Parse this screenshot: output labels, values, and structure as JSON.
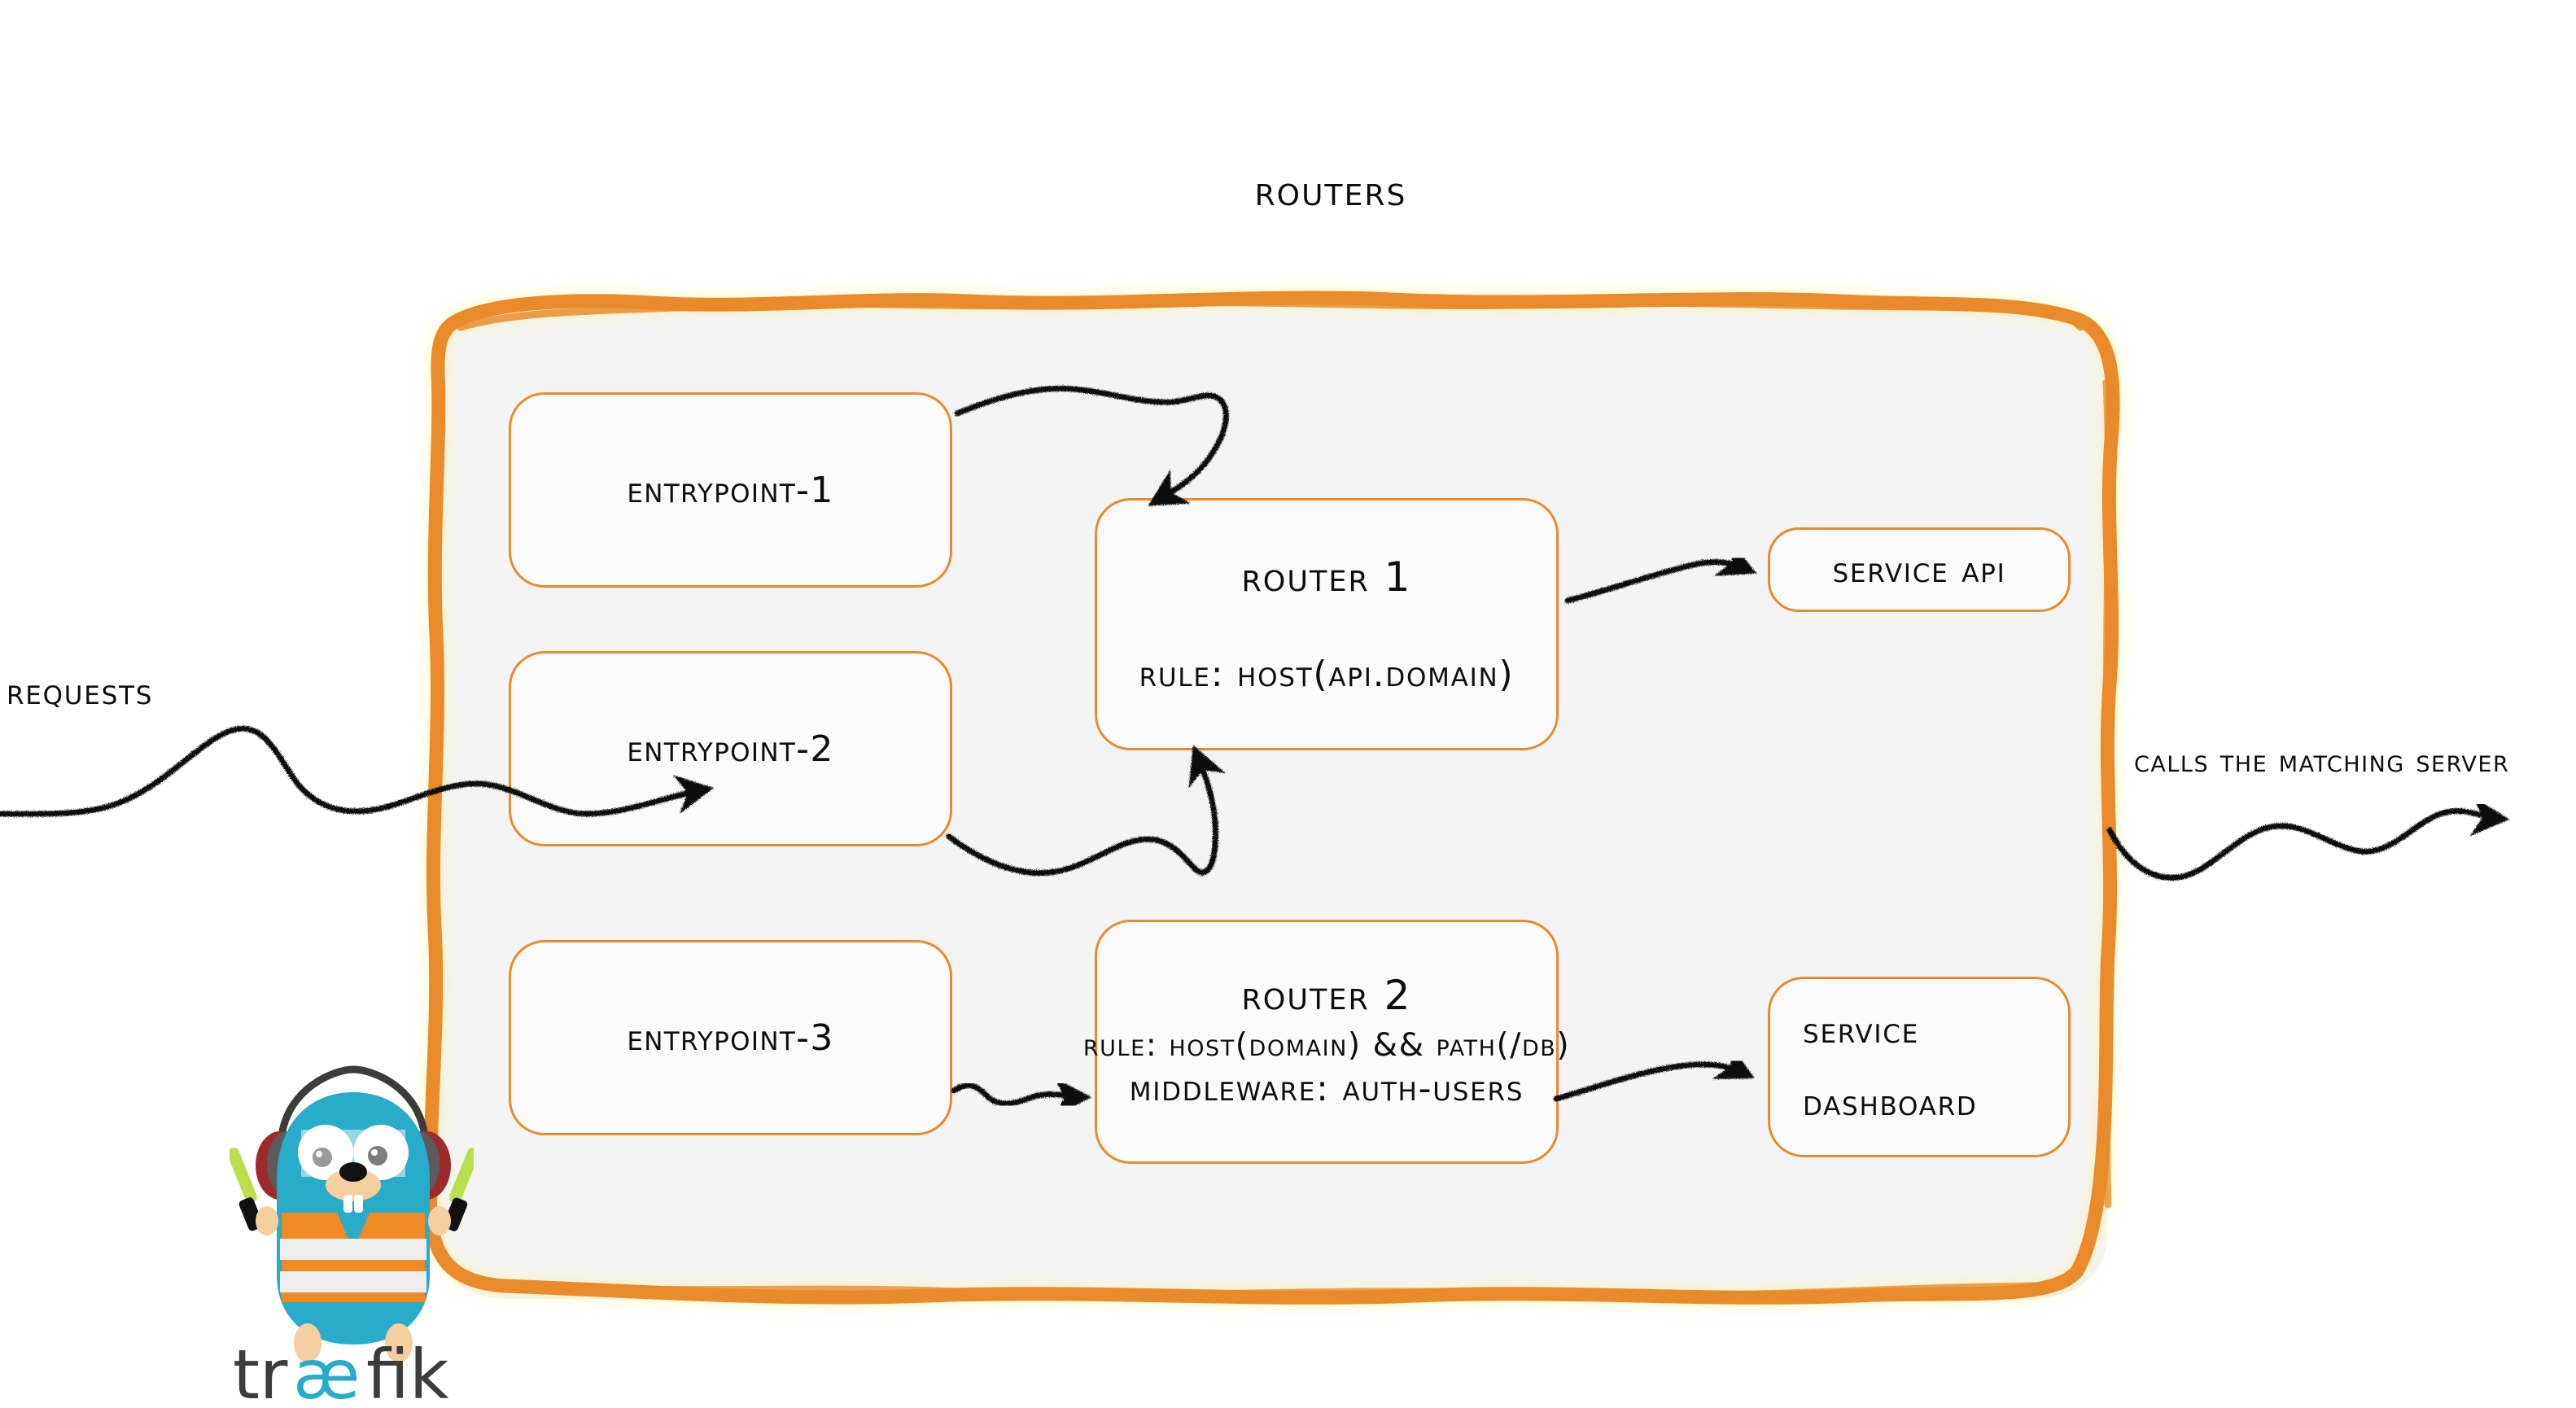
{
  "diagram": {
    "title": "Routers",
    "colors": {
      "accent_orange": "#E98B2C",
      "container_fill": "#f4f4f4",
      "node_fill": "#fbfbfb",
      "ink": "#0d0d0d",
      "gopher_body": "#29ABCA",
      "gopher_vest": "#F08A24",
      "gopher_wand": "#B9E04C",
      "gopher_earcup": "#9E2B2B",
      "logo_text": "#3C3C3B"
    }
  },
  "flow": {
    "inbound_label": "Requests",
    "outbound_label": "Calls the matching server"
  },
  "entrypoints": [
    {
      "id": "entrypoint-1",
      "label": "entrypoint-1"
    },
    {
      "id": "entrypoint-2",
      "label": "entrypoint-2"
    },
    {
      "id": "entrypoint-3",
      "label": "entrypoint-3"
    }
  ],
  "routers": [
    {
      "id": "router-1",
      "title": "Router 1",
      "rule": "rule: Host(api.domain)",
      "middleware": null
    },
    {
      "id": "router-2",
      "title": "Router 2",
      "rule": "rule: Host(domain) && Path(/db)",
      "middleware": "Middleware: auth-users"
    }
  ],
  "services": [
    {
      "id": "service-api",
      "label": "Service API"
    },
    {
      "id": "service-dashboard",
      "line1": "Service",
      "line2": "Dashboard"
    }
  ],
  "logo": {
    "wordmark_left": "tr",
    "wordmark_mid": "æ",
    "wordmark_right": "fik",
    "icon": "traefik-gopher-mascot"
  }
}
